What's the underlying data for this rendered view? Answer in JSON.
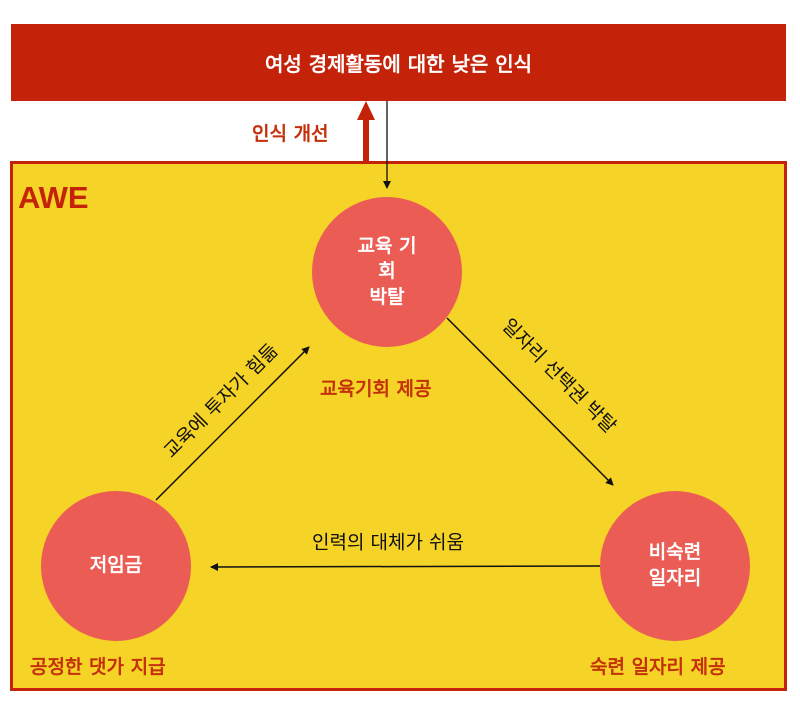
{
  "header": {
    "title": "여성 경제활동에 대한 낮은 인식"
  },
  "improve_label": "인식 개선",
  "frame": {
    "label": "AWE"
  },
  "nodes": {
    "education": {
      "label": "교육 기\n회\n박탈",
      "solution": "교육기회 제공"
    },
    "low_wage": {
      "label": "저임금",
      "solution": "공정한 댓가 지급"
    },
    "unskilled": {
      "label": "비숙련\n일자리",
      "solution": "숙련 일자리 제공"
    }
  },
  "edges": {
    "wage_to_education": "교육에 투자가 힘듦",
    "education_to_unskilled": "일자리 선택권 박탈",
    "unskilled_to_wage": "인력의 대체가 쉬움"
  },
  "colors": {
    "banner": "#c4230a",
    "frame": "#f5d327",
    "node": "#eb5c55",
    "accent_text": "#c4300a"
  }
}
